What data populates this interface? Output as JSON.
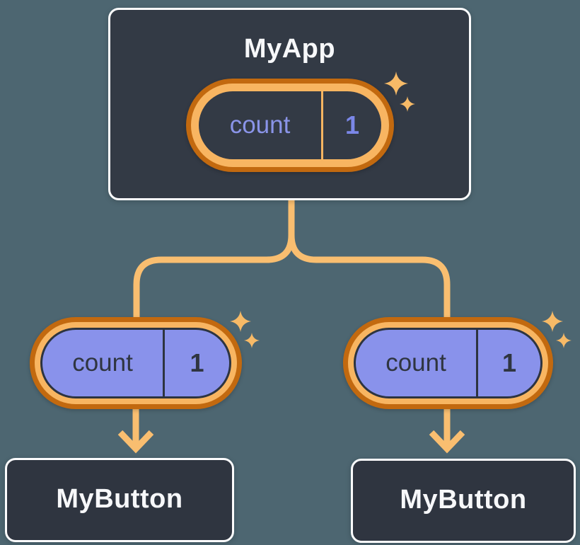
{
  "diagram": {
    "description": "React state tree: parent component sharing state with two children",
    "root_component": {
      "title": "MyApp",
      "state": {
        "name": "count",
        "value": "1"
      }
    },
    "children": [
      {
        "title": "MyButton",
        "prop": {
          "name": "count",
          "value": "1"
        }
      },
      {
        "title": "MyButton",
        "prop": {
          "name": "count",
          "value": "1"
        }
      }
    ],
    "colors": {
      "background": "#4D6671",
      "card_fill": "#333A45",
      "card_child_fill": "#2F3540",
      "card_border": "#FCFCFD",
      "title_text": "#F7F8FA",
      "pill_ring_outer": "#C2690F",
      "pill_ring_inner": "#F8B561",
      "connector": "#F9BE70",
      "sparkle": "#F7BA67",
      "prop_pill_fill": "#8992EB",
      "prop_pill_text": "#2F3540",
      "state_name_text": "#8A94E8",
      "state_value_text": "#7B87E8"
    }
  }
}
